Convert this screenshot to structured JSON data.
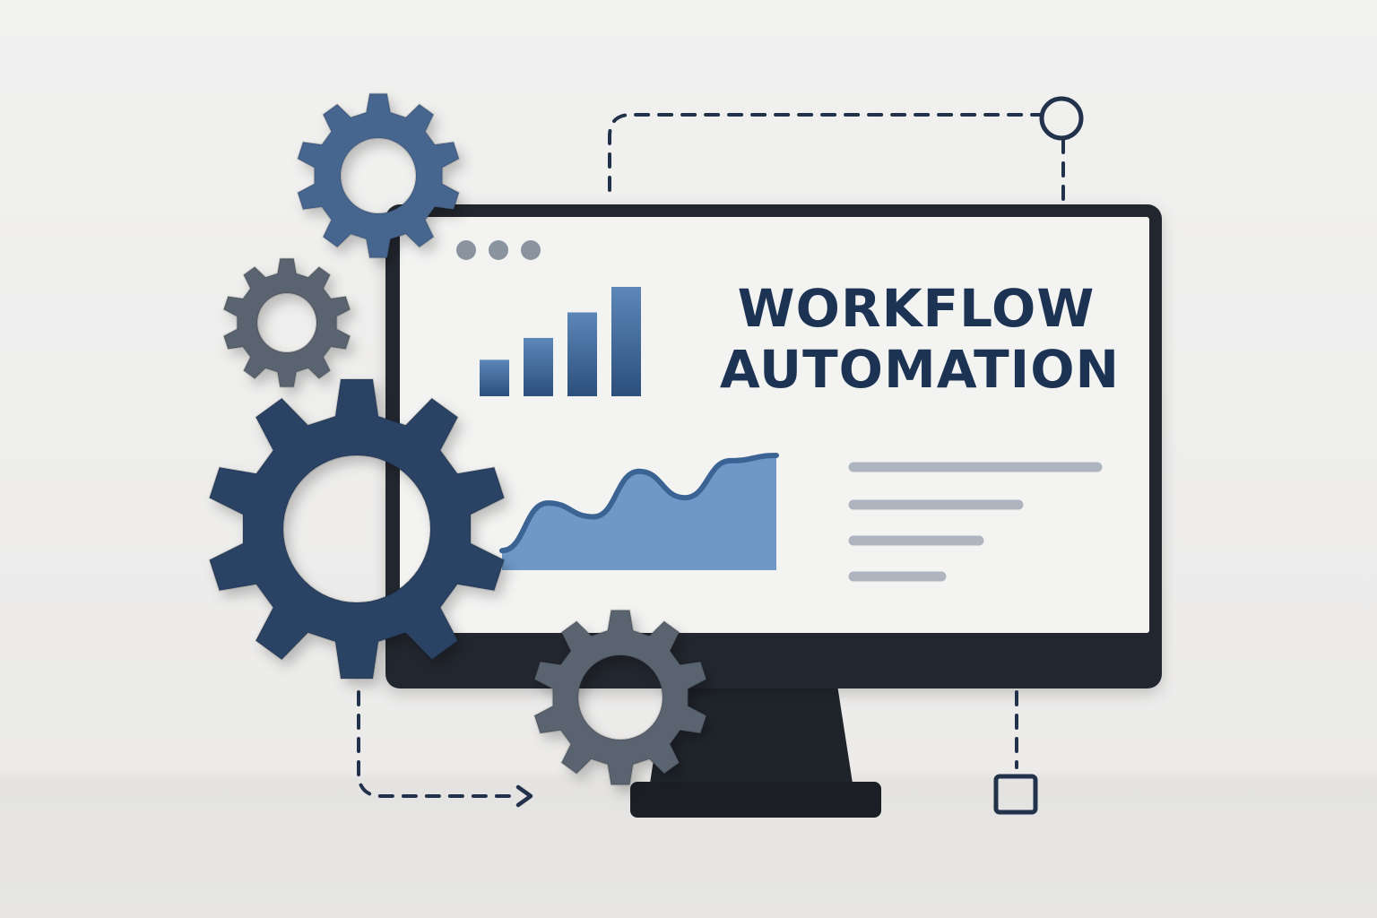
{
  "screen": {
    "title_line_1": "WORKFLOW",
    "title_line_2": "AUTOMATION"
  },
  "window_controls": [
    "dot-icon",
    "dot-icon",
    "dot-icon"
  ],
  "bar_chart": {
    "type": "bar",
    "values": [
      1,
      1.6,
      2.3,
      3.0
    ]
  },
  "area_chart": {
    "type": "area",
    "values": [
      0.1,
      0.55,
      0.42,
      0.85,
      0.6,
      0.95,
      1.0
    ]
  },
  "text_placeholder_lines": 4,
  "colors": {
    "navy": "#1f3350",
    "steel_blue": "#3f5f85",
    "mid_blue": "#436e9f",
    "gear_gray": "#5b6570",
    "monitor_frame": "#23282f",
    "placeholder_gray": "#aeb5bf"
  },
  "icons": [
    "gear-icon",
    "flow-circle-node-icon",
    "flow-square-node-icon",
    "arrow-right-icon"
  ]
}
